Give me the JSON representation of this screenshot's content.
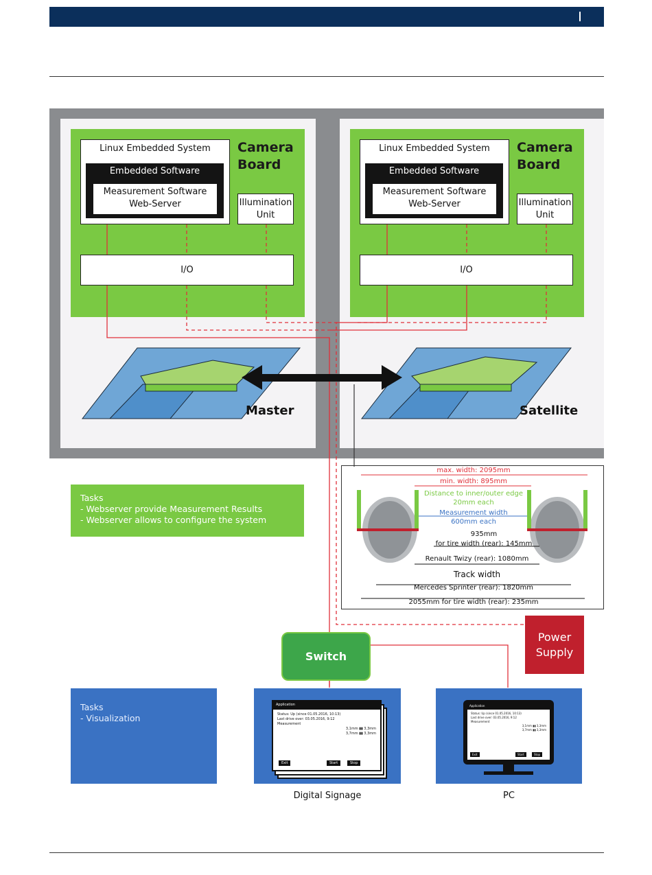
{
  "header": {
    "brand_color": "#0b2f5b"
  },
  "master": {
    "linux": "Linux Embedded System",
    "embedded": "Embedded Software",
    "measurement": "Measurement Software",
    "webserver": "Web-Server",
    "camera": "Camera",
    "board": "Board",
    "illum1": "Illumination",
    "illum2": "Unit",
    "io": "I/O",
    "label": "Master"
  },
  "satellite": {
    "linux": "Linux Embedded System",
    "embedded": "Embedded Software",
    "measurement": "Measurement Software",
    "webserver": "Web-Server",
    "camera": "Camera",
    "board": "Board",
    "illum1": "Illumination",
    "illum2": "Unit",
    "io": "I/O",
    "label": "Satellite"
  },
  "tasks_top": {
    "title": "Tasks",
    "items": [
      "- Webserver provide Measurement Results",
      "- Webserver allows to configure the system"
    ]
  },
  "tasks_bottom": {
    "title": "Tasks",
    "items": [
      "- Visualization"
    ]
  },
  "track": {
    "max_width": "max. width: 2095mm",
    "min_width": "min. width: 895mm",
    "edge1": "Distance to inner/outer edge",
    "edge2": "20mm each",
    "meas1": "Measurement width",
    "meas2": "600mm each",
    "w935": "935mm",
    "tire145": "for tire width (rear): 145mm",
    "twizy": "Renault Twizy  (rear): 1080mm",
    "track_width": "Track width",
    "sprinter": "Mercedes Sprinter (rear): 1820mm",
    "w2055": "2055mm for tire width (rear): 235mm"
  },
  "switch": "Switch",
  "power": {
    "line1": "Power",
    "line2": "Supply"
  },
  "signage": {
    "title": "Application",
    "status": "Status: Up (since 01.05.2016, 10:13)",
    "last": "Last drive over: 03.05.2016, 9:12",
    "measurement": "Measurement",
    "v1a": "3,1mm",
    "v1b": "3,3mm",
    "v2a": "3,7mm",
    "v2b": "3,3mm",
    "exit": "Exit",
    "start": "Start",
    "stop": "Stop",
    "caption": "Digital Signage"
  },
  "pc": {
    "title": "Application",
    "status": "Status: Up (since 01.05.2016, 10:13)",
    "last": "Last drive over: 03.05.2016, 9:12",
    "measurement": "Measurement",
    "v1a": "3,1mm",
    "v1b": "3,3mm",
    "v2a": "3,7mm",
    "v2b": "3,3mm",
    "exit": "Exit",
    "start": "Start",
    "stop": "Stop",
    "caption": "PC"
  },
  "colors": {
    "green": "#7ac943",
    "blue": "#3a72c3",
    "red": "#c0202d",
    "line_red": "#e0303a"
  }
}
